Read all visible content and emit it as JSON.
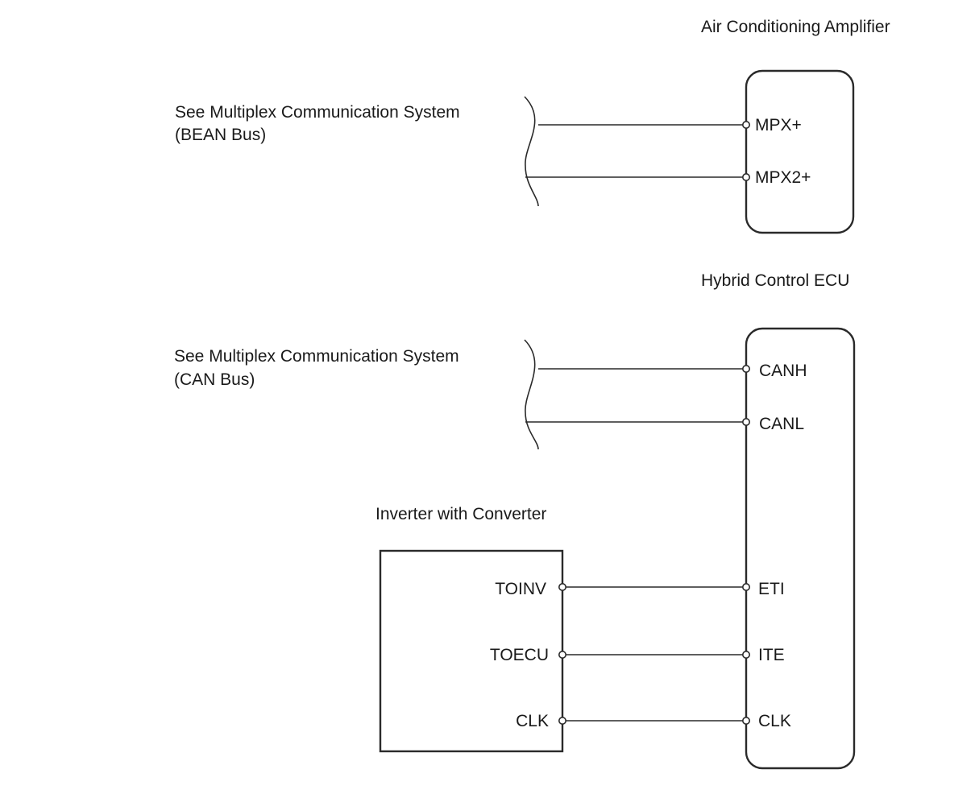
{
  "components": {
    "air_conditioning_amplifier": {
      "title": "Air Conditioning Amplifier",
      "pins": [
        "MPX+",
        "MPX2+"
      ]
    },
    "hybrid_control_ecu": {
      "title": "Hybrid Control ECU",
      "pins": [
        "CANH",
        "CANL",
        "ETI",
        "ITE",
        "CLK"
      ]
    },
    "inverter_with_converter": {
      "title": "Inverter with Converter",
      "pins": [
        "TOINV",
        "TOECU",
        "CLK"
      ]
    }
  },
  "references": {
    "bean": {
      "line1": "See Multiplex Communication System",
      "line2": "(BEAN Bus)"
    },
    "can": {
      "line1": "See Multiplex Communication System",
      "line2": "(CAN Bus)"
    }
  },
  "connections": [
    {
      "from": "See Multiplex Communication System (BEAN Bus)",
      "to": "MPX+"
    },
    {
      "from": "See Multiplex Communication System (BEAN Bus)",
      "to": "MPX2+"
    },
    {
      "from": "See Multiplex Communication System (CAN Bus)",
      "to": "CANH"
    },
    {
      "from": "See Multiplex Communication System (CAN Bus)",
      "to": "CANL"
    },
    {
      "from": "TOINV",
      "to": "ETI"
    },
    {
      "from": "TOECU",
      "to": "ITE"
    },
    {
      "from": "CLK",
      "to": "CLK"
    }
  ]
}
